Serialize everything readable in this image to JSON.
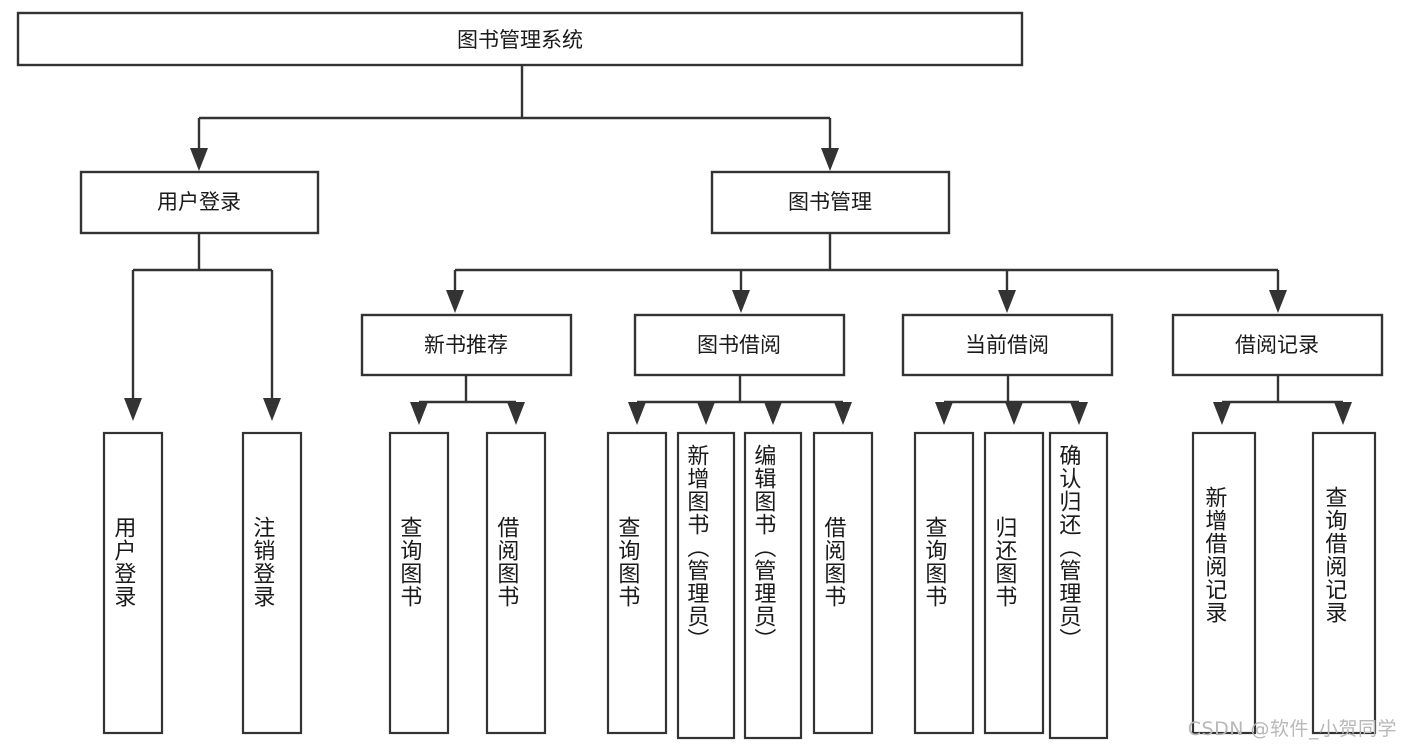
{
  "diagram": {
    "title": "图书管理系统",
    "type": "tree",
    "orientation": "top-down",
    "watermark": "CSDN @软件_小贺同学",
    "colors": {
      "stroke": "#333333",
      "fill": "#ffffff",
      "text": "#1a1a1a",
      "watermark": "#b8b8b8",
      "background": "#ffffff"
    },
    "levels": {
      "root": "图书管理系统",
      "level1": [
        "用户登录",
        "图书管理"
      ],
      "level2": [
        "新书推荐",
        "图书借阅",
        "当前借阅",
        "借阅记录"
      ]
    },
    "nodes": {
      "root": {
        "label": "图书管理系统"
      },
      "user_login": {
        "label": "用户登录"
      },
      "book_manage": {
        "label": "图书管理"
      },
      "new_book_rec": {
        "label": "新书推荐"
      },
      "book_borrow": {
        "label": "图书借阅"
      },
      "current_borrow": {
        "label": "当前借阅"
      },
      "borrow_record": {
        "label": "借阅记录"
      }
    },
    "leaves": {
      "user_login": [
        {
          "label": "用户登录"
        },
        {
          "label": "注销登录"
        }
      ],
      "new_book_rec": [
        {
          "label": "查询图书"
        },
        {
          "label": "借阅图书"
        }
      ],
      "book_borrow": [
        {
          "label": "查询图书"
        },
        {
          "label": "新增图书（管理员）"
        },
        {
          "label": "编辑图书（管理员）"
        },
        {
          "label": "借阅图书"
        }
      ],
      "current_borrow": [
        {
          "label": "查询图书"
        },
        {
          "label": "归还图书"
        },
        {
          "label": "确认归还（管理员）"
        }
      ],
      "borrow_record": [
        {
          "label": "新增借阅记录"
        },
        {
          "label": "查询借阅记录"
        }
      ]
    }
  }
}
